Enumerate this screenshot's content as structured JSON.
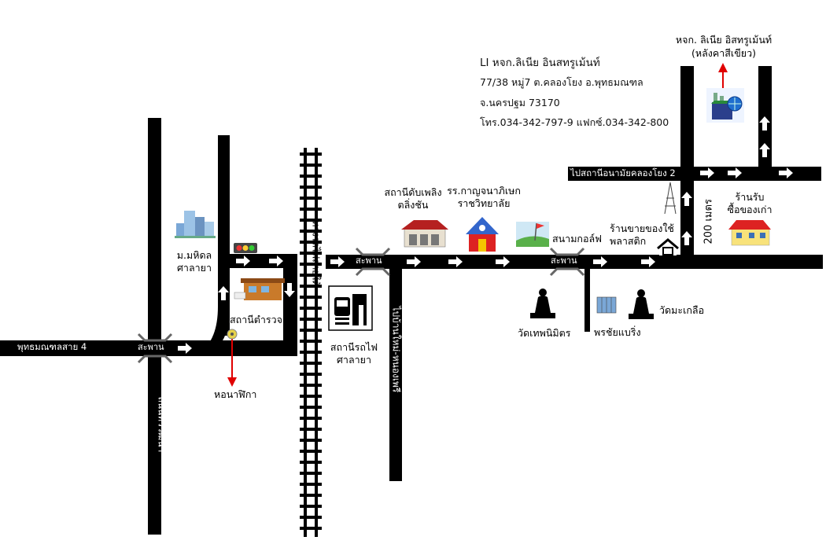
{
  "company": {
    "name": "LI หจก.ลิเนีย อินสทรูเม้นท์",
    "address1": "77/38 หมู่7 ต.คลองโยง อ.พุทธมณฑล",
    "address2": "จ.นครปฐม 73170",
    "phone": "โทร.034-342-797-9 แฟกซ์.034-342-800"
  },
  "destination": {
    "name": "หจก. ลิเนีย อิสทรูเม้นท์",
    "note": "(หลังคาสีเขียว)"
  },
  "roads": {
    "phutthamonthon4": "พุทธมณฑลสาย 4",
    "tawee": "ถนนทวีวัฒนา",
    "rail_line": "ทางรถไฟสายใต้",
    "salaya_nopp": "ไปบ้านใหม่-หนองเพรี",
    "to_hospital": "ไปสถานีอนามัยคลองโยง 2",
    "distance": "200 เมตร"
  },
  "overpass": [
    "สะพาน",
    "สะพาน",
    "สะพาน"
  ],
  "places": {
    "mahidol": "ม.มหิดล",
    "mahidol2": "ศาลายา",
    "police": "สถานีตำรวจ",
    "clock": "หอนาฬิกา",
    "station": "สถานีรถไฟ",
    "station2": "ศาลายา",
    "fire": "สถานีดับเพลิง",
    "fire2": "ตลิ่งชัน",
    "school": "รร.กาญจนาภิเษก",
    "school2": "ราชวิทยาลัย",
    "golf": "สนามกอล์ฟ",
    "temple1": "วัดเทพนิมิตร",
    "plastic": "ร้านขายของใช้",
    "plastic2": "พลาสติก",
    "market": "พรชัยแบริ่ง",
    "temple2": "วัดมะเกลือ",
    "oldshop": "ร้านรับ",
    "oldshop2": "ซื้อของเก่า"
  },
  "colors": {
    "road": "#000000",
    "arrow": "#ffffff",
    "dest_arrow": "#e00000",
    "roof_green": "#2a8a3a"
  }
}
